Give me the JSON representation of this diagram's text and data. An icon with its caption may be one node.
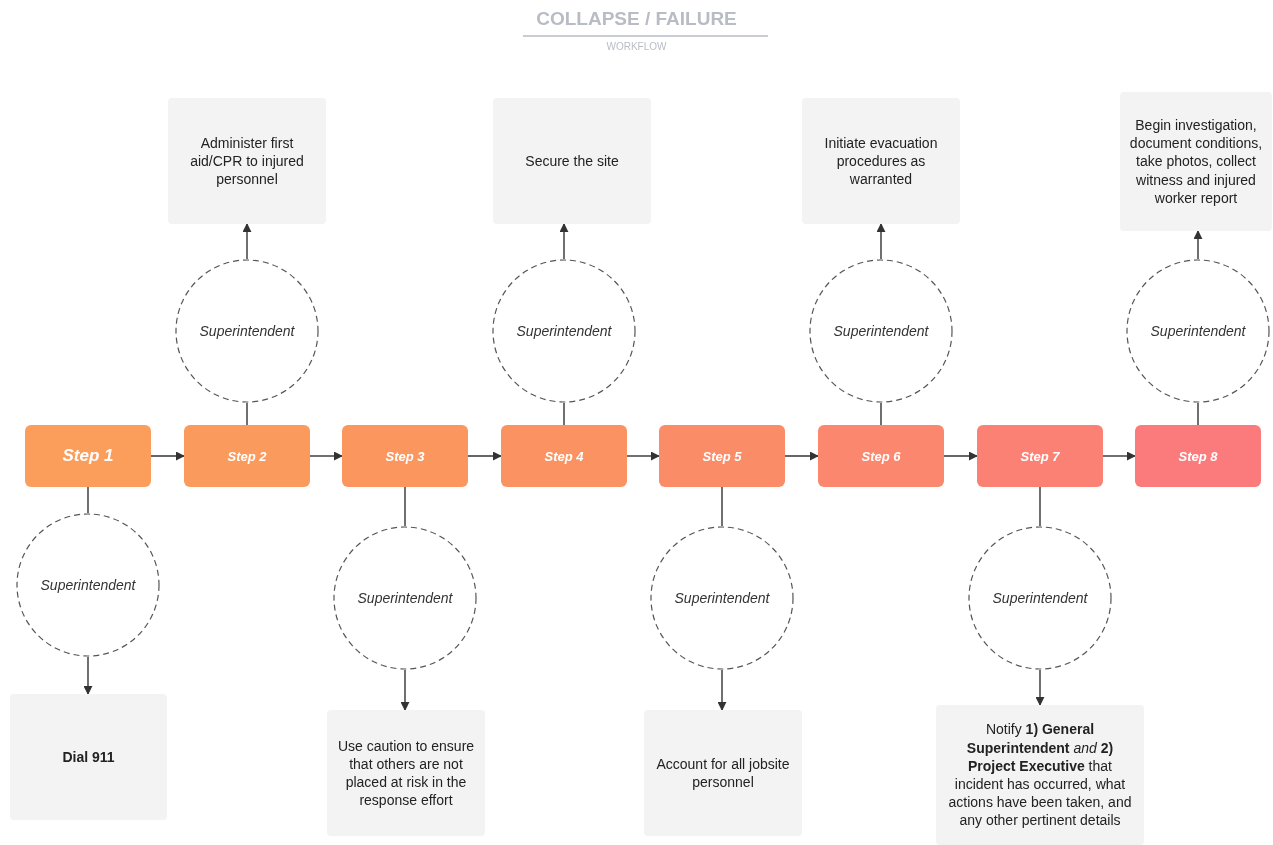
{
  "diagram": {
    "title": "COLLAPSE / FAILURE",
    "caption": "WORKFLOW",
    "nodes": [
      {
        "text": [
          "Step 1"
        ]
      },
      {
        "text": [
          "Step 2"
        ]
      },
      {
        "text": [
          "Step 3"
        ]
      },
      {
        "text": [
          "Step 4"
        ]
      },
      {
        "text": [
          "Step 5"
        ]
      },
      {
        "text": [
          "Step 6"
        ]
      },
      {
        "text": [
          "Step 7"
        ]
      },
      {
        "text": [
          "Step 8"
        ]
      },
      {
        "text": [
          "Superintendent"
        ]
      },
      {
        "text": [
          "Superintendent"
        ]
      },
      {
        "text": [
          "Superintendent"
        ]
      },
      {
        "text": [
          "Superintendent"
        ]
      },
      {
        "text": [
          "Superintendent"
        ]
      },
      {
        "text": [
          "Superintendent"
        ]
      },
      {
        "text": [
          "Superintendent"
        ]
      },
      {
        "text": [
          "Superintendent"
        ]
      },
      {
        "text": [
          "Dial 911"
        ]
      },
      {
        "text": [
          "Administer first aid/CPR to injured personnel"
        ]
      },
      {
        "text": [
          "Use caution to ensure that others are not placed at risk in the response effort"
        ]
      },
      {
        "text": [
          "Secure the site"
        ]
      },
      {
        "text": [
          "Account for all jobsite personnel"
        ]
      },
      {
        "text": [
          "Initiate evacuation procedures as warranted"
        ]
      },
      {
        "text": [
          "Notify **1) General Superintendent** *and* **2) Project Executive** that incident has occurred, what actions have been taken, and any other pertinent details"
        ]
      },
      {
        "text": [
          "Begin investigation, document conditions, take photos, collect witness and injured worker report"
        ]
      }
    ],
    "edges": [
      {
        "from": 0,
        "to": 1,
        "arrow": "to"
      },
      {
        "from": 1,
        "to": 2,
        "arrow": "to"
      },
      {
        "from": 2,
        "to": 3,
        "arrow": "to"
      },
      {
        "from": 3,
        "to": 4,
        "arrow": "to"
      },
      {
        "from": 4,
        "to": 5,
        "arrow": "to"
      },
      {
        "from": 5,
        "to": 6,
        "arrow": "to"
      },
      {
        "from": 6,
        "to": 7,
        "arrow": "to"
      },
      {
        "from": 0,
        "to": 8,
        "arrow": "none"
      },
      {
        "from": 1,
        "to": 9,
        "arrow": "none"
      },
      {
        "from": 2,
        "to": 10,
        "arrow": "none"
      },
      {
        "from": 3,
        "to": 11,
        "arrow": "none"
      },
      {
        "from": 4,
        "to": 12,
        "arrow": "none"
      },
      {
        "from": 5,
        "to": 13,
        "arrow": "none"
      },
      {
        "from": 6,
        "to": 14,
        "arrow": "none"
      },
      {
        "from": 7,
        "to": 15,
        "arrow": "none"
      },
      {
        "from": 8,
        "to": 16,
        "arrow": "to"
      },
      {
        "from": 9,
        "to": 17,
        "arrow": "to"
      },
      {
        "from": 10,
        "to": 18,
        "arrow": "to"
      },
      {
        "from": 11,
        "to": 19,
        "arrow": "to"
      },
      {
        "from": 12,
        "to": 20,
        "arrow": "to"
      },
      {
        "from": 13,
        "to": 21,
        "arrow": "to"
      },
      {
        "from": 14,
        "to": 22,
        "arrow": "to"
      },
      {
        "from": 15,
        "to": 23,
        "arrow": "to"
      }
    ]
  }
}
